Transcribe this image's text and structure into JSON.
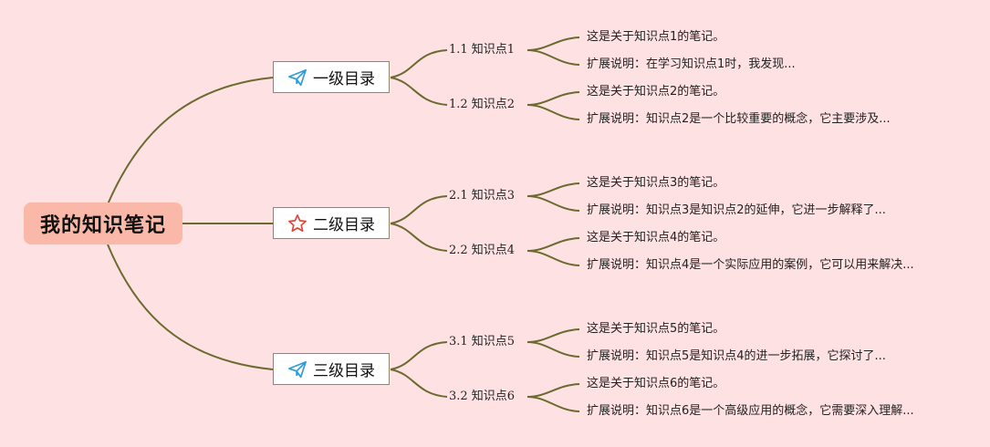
{
  "root": {
    "label": "我的知识笔记"
  },
  "branches": [
    {
      "label": "一级目录",
      "icon": "paper-plane-icon",
      "subs": [
        {
          "label": "1.1 知识点1",
          "notes": [
            "这是关于知识点1的笔记。",
            "扩展说明：在学习知识点1时，我发现..."
          ]
        },
        {
          "label": "1.2 知识点2",
          "notes": [
            "这是关于知识点2的笔记。",
            "扩展说明：知识点2是一个比较重要的概念，它主要涉及..."
          ]
        }
      ]
    },
    {
      "label": "二级目录",
      "icon": "star-icon",
      "subs": [
        {
          "label": "2.1 知识点3",
          "notes": [
            "这是关于知识点3的笔记。",
            "扩展说明：知识点3是知识点2的延伸，它进一步解释了..."
          ]
        },
        {
          "label": "2.2 知识点4",
          "notes": [
            "这是关于知识点4的笔记。",
            "扩展说明：知识点4是一个实际应用的案例，它可以用来解决..."
          ]
        }
      ]
    },
    {
      "label": "三级目录",
      "icon": "paper-plane-icon",
      "subs": [
        {
          "label": "3.1 知识点5",
          "notes": [
            "这是关于知识点5的笔记。",
            "扩展说明：知识点5是知识点4的进一步拓展，它探讨了..."
          ]
        },
        {
          "label": "3.2 知识点6",
          "notes": [
            "这是关于知识点6的笔记。",
            "扩展说明：知识点6是一个高级应用的概念，它需要深入理解..."
          ]
        }
      ]
    }
  ],
  "colors": {
    "background": "#fde1e3",
    "root": "#f9b8a8",
    "connector": "#6b6b30",
    "plane": "#2f9bd6",
    "star": "#e0473a"
  }
}
